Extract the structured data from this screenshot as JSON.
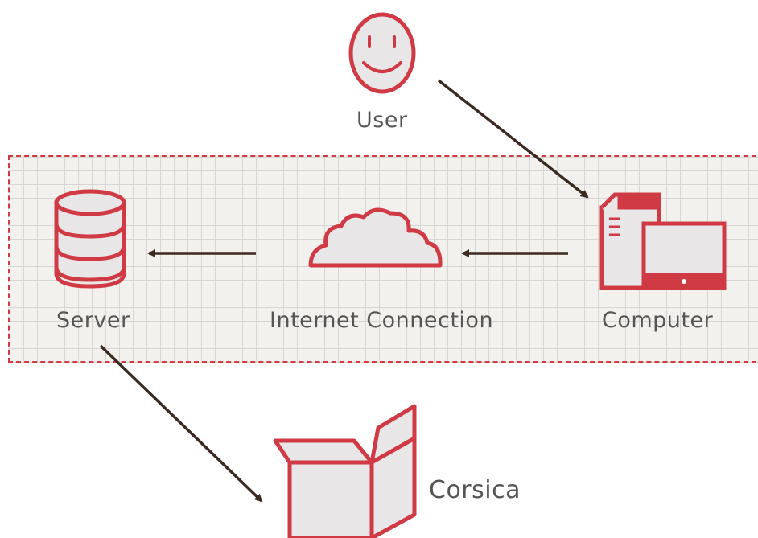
{
  "diagram": {
    "nodes": {
      "user": {
        "label": "User",
        "icon": "smiley-face-icon"
      },
      "server": {
        "label": "Server",
        "icon": "database-icon"
      },
      "internet": {
        "label": "Internet Connection",
        "icon": "cloud-icon"
      },
      "computer": {
        "label": "Computer",
        "icon": "desktop-computer-icon"
      },
      "corsica": {
        "label": "Corsica",
        "icon": "open-box-icon"
      }
    },
    "edges": [
      {
        "from": "user",
        "to": "computer"
      },
      {
        "from": "computer",
        "to": "internet"
      },
      {
        "from": "internet",
        "to": "server"
      },
      {
        "from": "server",
        "to": "corsica"
      }
    ],
    "colors": {
      "accent": "#cf3a45",
      "arrow": "#3b2a22",
      "fill": "#e8e6e6",
      "label": "#555555"
    }
  }
}
